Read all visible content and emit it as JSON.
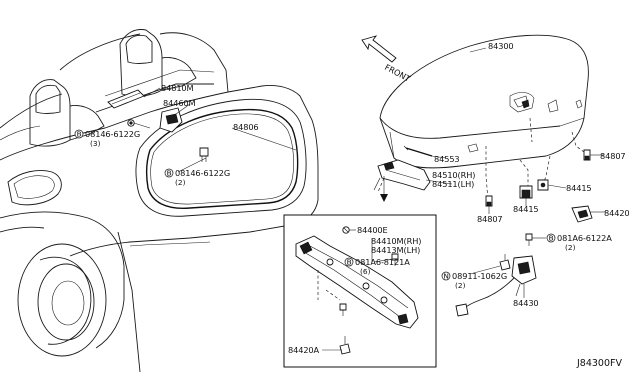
{
  "front_label": "FRONT",
  "diagram_code": "J84300FV",
  "callouts": {
    "p84810M": "84810M",
    "p84460M": "84460M",
    "p08146_left": "08146-6122G",
    "p08146_left_qty": "(3)",
    "p84806": "84806",
    "p08146_mid": "08146-6122G",
    "p08146_mid_qty": "(2)",
    "p84300": "84300",
    "p84553": "84553",
    "p84510": "84510(RH)",
    "p84511": "84511(LH)",
    "p84807_right": "84807",
    "p84807_bottom": "84807",
    "p84415_right": "84415",
    "p84415_bottom": "84415",
    "p84420": "84420",
    "p081A6_right": "081A6-6122A",
    "p081A6_right_qty": "(2)",
    "p08911": "08911-1062G",
    "p08911_qty": "(2)",
    "p84430": "84430",
    "p84400E": "84400E",
    "p84410M": "84410M(RH)",
    "p84413M": "84413M(LH)",
    "p081A6_inset": "081A6-8121A",
    "p081A6_inset_qty": "(6)",
    "p84420A": "84420A"
  },
  "circle_prefixes": {
    "b": "B",
    "n": "N"
  }
}
